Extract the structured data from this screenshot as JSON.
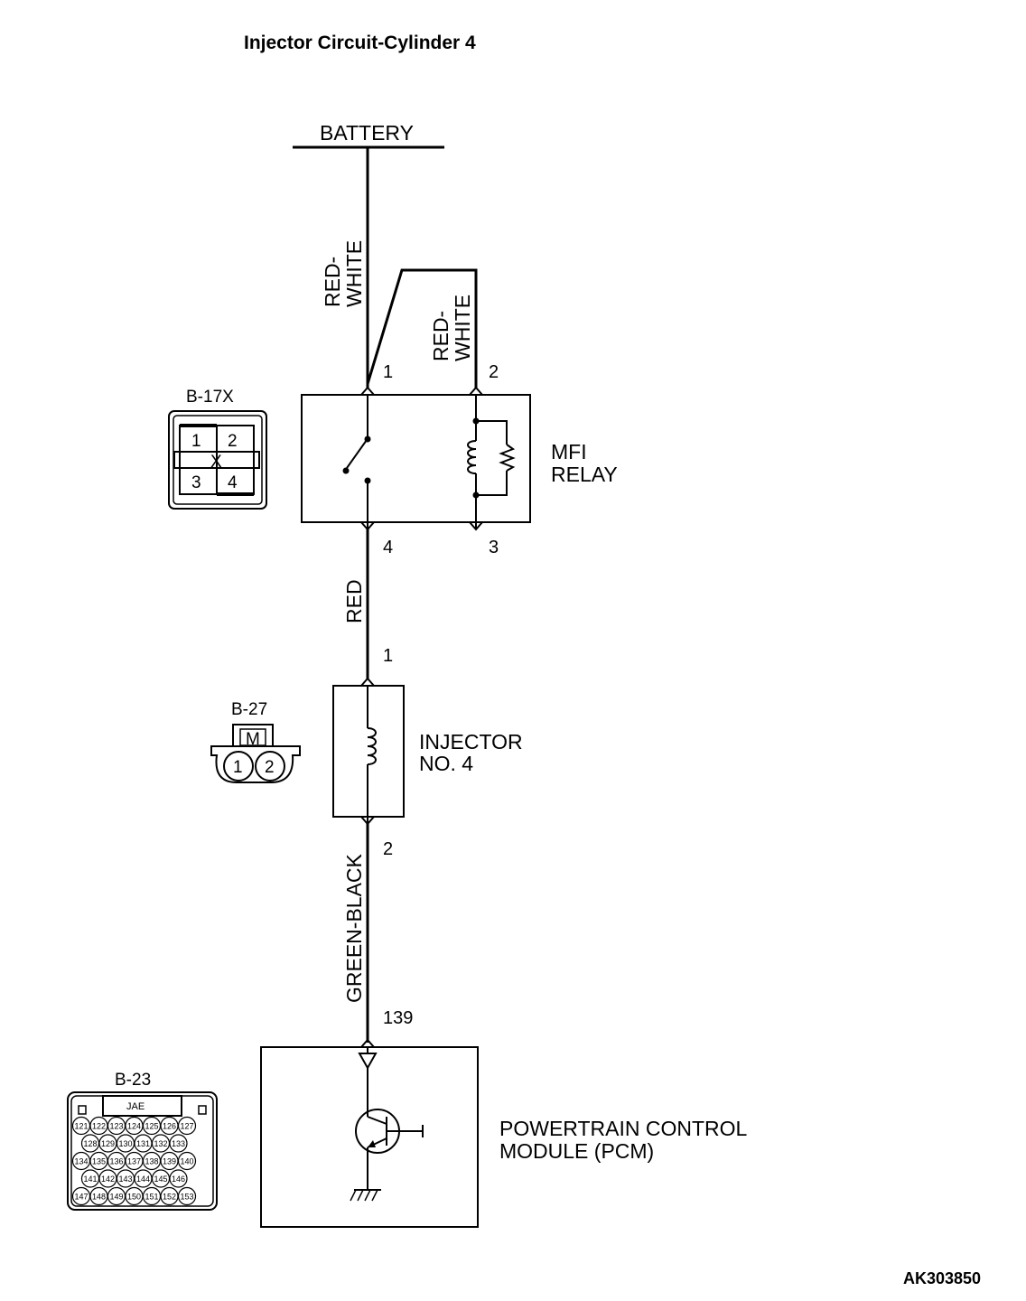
{
  "title": "Injector Circuit-Cylinder 4",
  "battery_label": "BATTERY",
  "wires": {
    "battery_to_relay": "RED-\nWHITE",
    "battery_to_relay_line1": "RED-",
    "battery_to_relay_line2": "WHITE",
    "relay_coil_line1": "RED-",
    "relay_coil_line2": "WHITE",
    "relay_to_injector": "RED",
    "injector_to_pcm": "GREEN-BLACK"
  },
  "relay": {
    "name_line1": "MFI",
    "name_line2": "RELAY",
    "pins": {
      "p1": "1",
      "p2": "2",
      "p3": "3",
      "p4": "4"
    }
  },
  "injector": {
    "name_line1": "INJECTOR",
    "name_line2": "NO. 4",
    "pins": {
      "p1": "1",
      "p2": "2"
    }
  },
  "pcm": {
    "name_line1": "POWERTRAIN CONTROL",
    "name_line2": "MODULE (PCM)",
    "pin": "139"
  },
  "connectors": {
    "b17x": {
      "label": "B-17X",
      "cells": [
        "1",
        "2",
        "3",
        "4"
      ],
      "mark": "X"
    },
    "b27": {
      "label": "B-27",
      "mark": "M",
      "cells": [
        "1",
        "2"
      ]
    },
    "b23": {
      "label": "B-23",
      "maker": "JAE",
      "rows": [
        [
          "121",
          "122",
          "123",
          "124",
          "125",
          "126",
          "127"
        ],
        [
          "128",
          "129",
          "130",
          "131",
          "132",
          "133"
        ],
        [
          "134",
          "135",
          "136",
          "137",
          "138",
          "139",
          "140"
        ],
        [
          "141",
          "142",
          "143",
          "144",
          "145",
          "146"
        ],
        [
          "147",
          "148",
          "149",
          "150",
          "151",
          "152",
          "153"
        ]
      ]
    }
  },
  "figure_code": "AK303850"
}
